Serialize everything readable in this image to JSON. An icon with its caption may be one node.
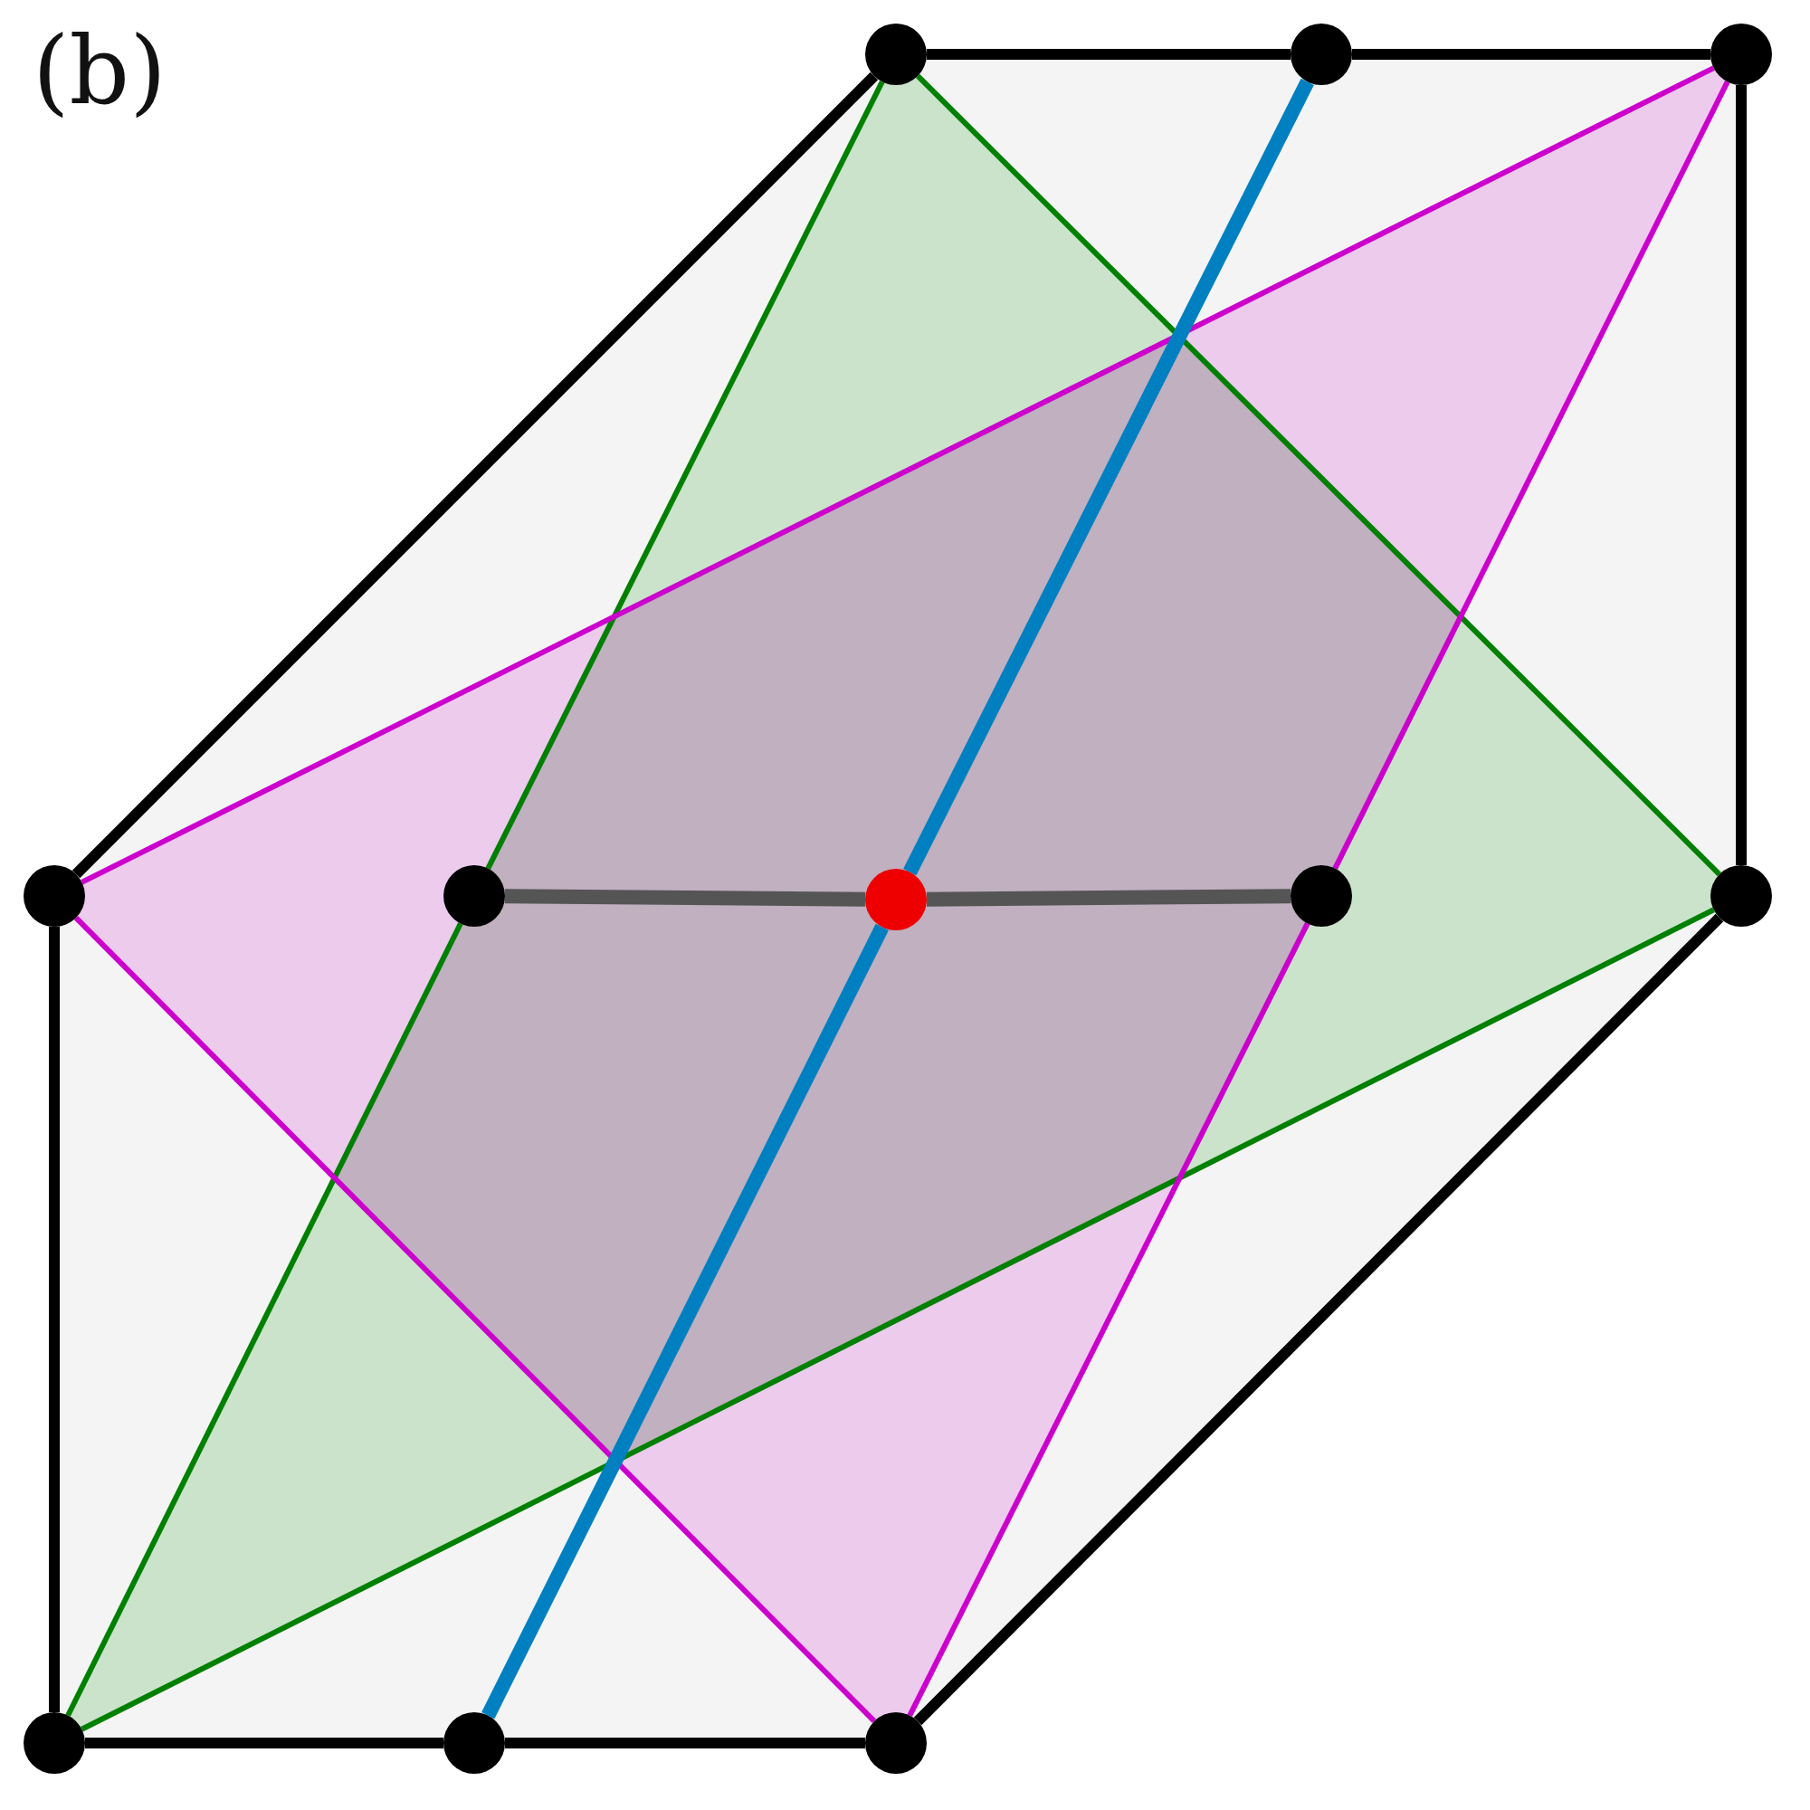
{
  "diagram": {
    "nodes": [
      {
        "text": [],
        "shape": "circle"
      },
      {
        "text": [],
        "shape": "circle"
      },
      {
        "text": [],
        "shape": "circle"
      },
      {
        "text": [],
        "shape": "circle"
      },
      {
        "text": [],
        "shape": "circle"
      },
      {
        "text": [],
        "shape": "circle"
      },
      {
        "text": [],
        "shape": "circle"
      },
      {
        "text": [],
        "shape": "circle"
      },
      {
        "text": [],
        "shape": "circle"
      },
      {
        "text": [],
        "shape": "circle"
      },
      {
        "text": [],
        "shape": "circle"
      }
    ],
    "edges": [
      {
        "from": 0,
        "to": 1,
        "arrow": "none"
      },
      {
        "from": 1,
        "to": 2,
        "arrow": "none"
      },
      {
        "from": 2,
        "to": 7,
        "arrow": "none"
      },
      {
        "from": 7,
        "to": 10,
        "arrow": "none"
      },
      {
        "from": 10,
        "to": 9,
        "arrow": "none"
      },
      {
        "from": 9,
        "to": 8,
        "arrow": "none"
      },
      {
        "from": 8,
        "to": 3,
        "arrow": "none"
      },
      {
        "from": 3,
        "to": 0,
        "arrow": "none"
      },
      {
        "from": 0,
        "to": 4,
        "arrow": "none",
        "color": "#008000"
      },
      {
        "from": 4,
        "to": 8,
        "arrow": "none",
        "color": "#008000"
      },
      {
        "from": 0,
        "to": 7,
        "arrow": "none",
        "color": "#008000"
      },
      {
        "from": 8,
        "to": 7,
        "arrow": "none",
        "color": "#008000"
      },
      {
        "from": 3,
        "to": 2,
        "arrow": "none",
        "color": "#cc00cc"
      },
      {
        "from": 2,
        "to": 6,
        "arrow": "none",
        "color": "#cc00cc"
      },
      {
        "from": 6,
        "to": 10,
        "arrow": "none",
        "color": "#cc00cc"
      },
      {
        "from": 3,
        "to": 10,
        "arrow": "none",
        "color": "#cc00cc"
      },
      {
        "from": 1,
        "to": 5,
        "arrow": "none",
        "color": "#0080c0"
      },
      {
        "from": 5,
        "to": 9,
        "arrow": "none",
        "color": "#0080c0"
      },
      {
        "from": 4,
        "to": 5,
        "arrow": "none",
        "color": "#555555"
      },
      {
        "from": 5,
        "to": 6,
        "arrow": "none",
        "color": "#555555"
      }
    ],
    "labels": [
      "(b)"
    ]
  }
}
